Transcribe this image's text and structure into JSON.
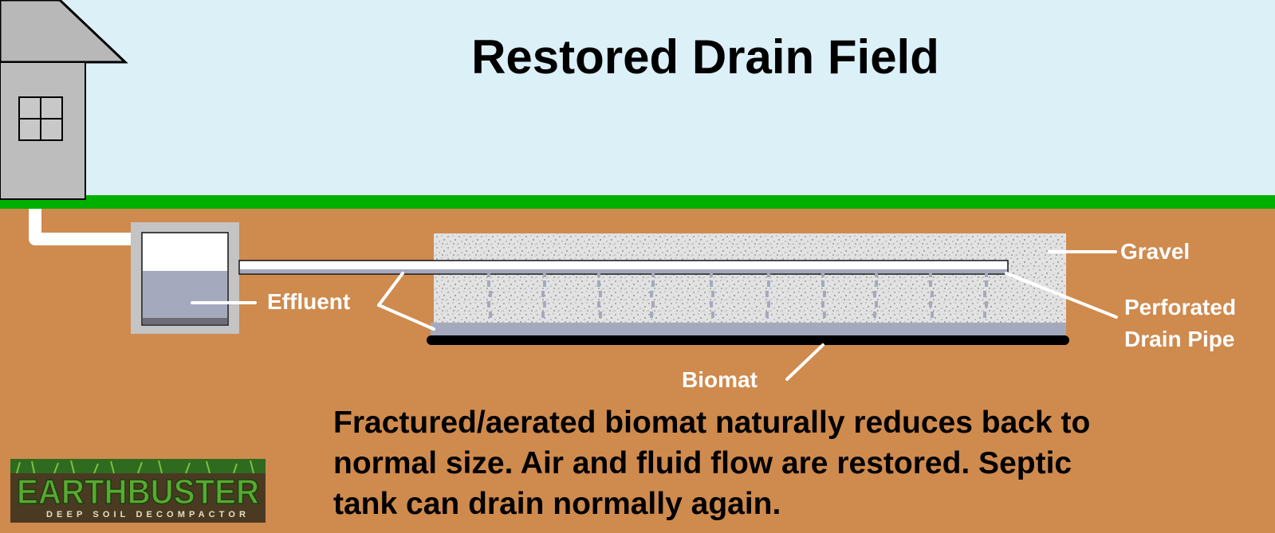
{
  "title": "Restored Drain Field",
  "labels": {
    "effluent": "Effluent",
    "gravel": "Gravel",
    "perforated_line1": "Perforated",
    "perforated_line2": "Drain Pipe",
    "biomat": "Biomat"
  },
  "caption": {
    "line1": "Fractured/aerated biomat naturally reduces back to",
    "line2": "normal size.  Air and fluid flow are restored.  Septic",
    "line3": "tank can drain normally again."
  },
  "logo": {
    "brand": "EARTHBUSTER",
    "tagline": "DEEP SOIL DECOMPACTOR"
  },
  "colors": {
    "sky": "#dcf0f8",
    "grass": "#00b000",
    "soil": "#cf8a4e",
    "house": "#bdbdbd",
    "tank_water": "#a4a9bd",
    "gravel": "#dedede",
    "biomat": "#000000",
    "label_text": "#ffffff",
    "caption_text": "#000000"
  }
}
